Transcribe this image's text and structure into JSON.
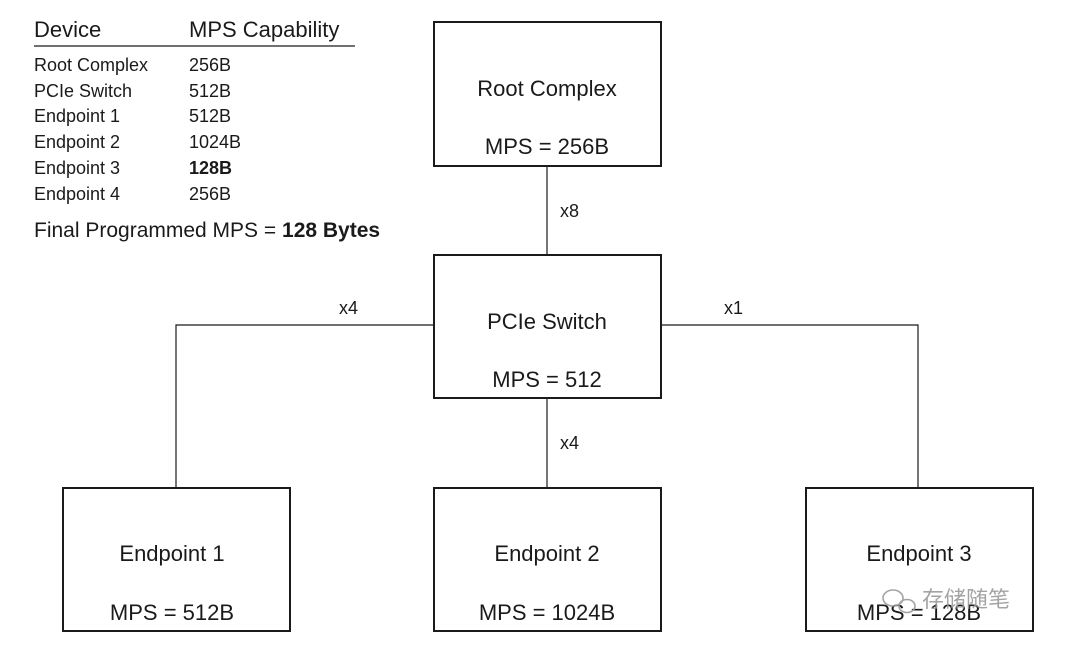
{
  "table": {
    "col_device": "Device",
    "col_mps": "MPS Capability",
    "rows": [
      {
        "device": "Root Complex",
        "mps": "256B"
      },
      {
        "device": "PCIe Switch",
        "mps": "512B"
      },
      {
        "device": "Endpoint 1",
        "mps": "512B"
      },
      {
        "device": "Endpoint 2",
        "mps": "1024B"
      },
      {
        "device": "Endpoint 3",
        "mps": "128B"
      },
      {
        "device": "Endpoint 4",
        "mps": "256B"
      }
    ]
  },
  "final": {
    "prefix": "Final Programmed MPS = ",
    "value": "128 Bytes"
  },
  "nodes": {
    "root": {
      "name": "Root Complex",
      "mps": "MPS = 256B"
    },
    "switch": {
      "name": "PCIe Switch",
      "mps": "MPS = 512"
    },
    "ep1": {
      "name": "Endpoint 1",
      "mps": "MPS = 512B"
    },
    "ep2": {
      "name": "Endpoint 2",
      "mps": "MPS = 1024B"
    },
    "ep3": {
      "name": "Endpoint 3",
      "mps": "MPS = 128B"
    }
  },
  "links": {
    "root_switch": "x8",
    "switch_ep1": "x4",
    "switch_ep2": "x4",
    "switch_ep3": "x1"
  },
  "watermark": "存储随笔"
}
